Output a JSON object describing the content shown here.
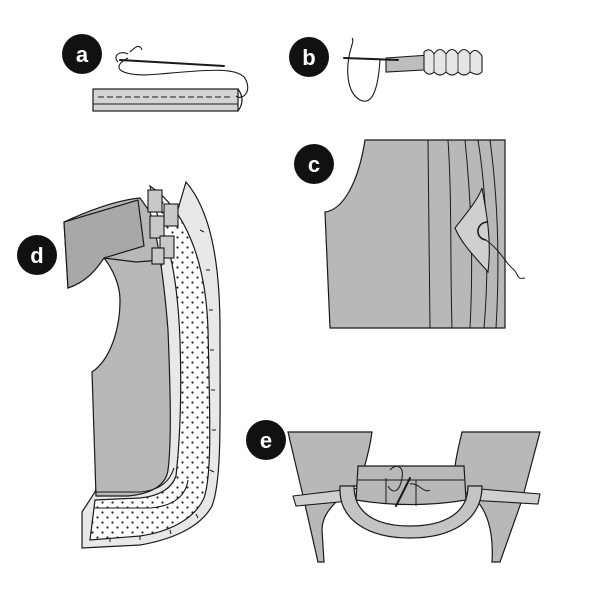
{
  "colors": {
    "fabric": "#b8b8b8",
    "fabric_light": "#c8c8c8",
    "outline": "#1a1a1a",
    "badge": "#111111",
    "badge_text": "#ffffff",
    "background": "#ffffff"
  },
  "steps": [
    {
      "id": "a",
      "label": "a"
    },
    {
      "id": "b",
      "label": "b"
    },
    {
      "id": "c",
      "label": "c"
    },
    {
      "id": "d",
      "label": "d"
    },
    {
      "id": "e",
      "label": "e"
    }
  ]
}
